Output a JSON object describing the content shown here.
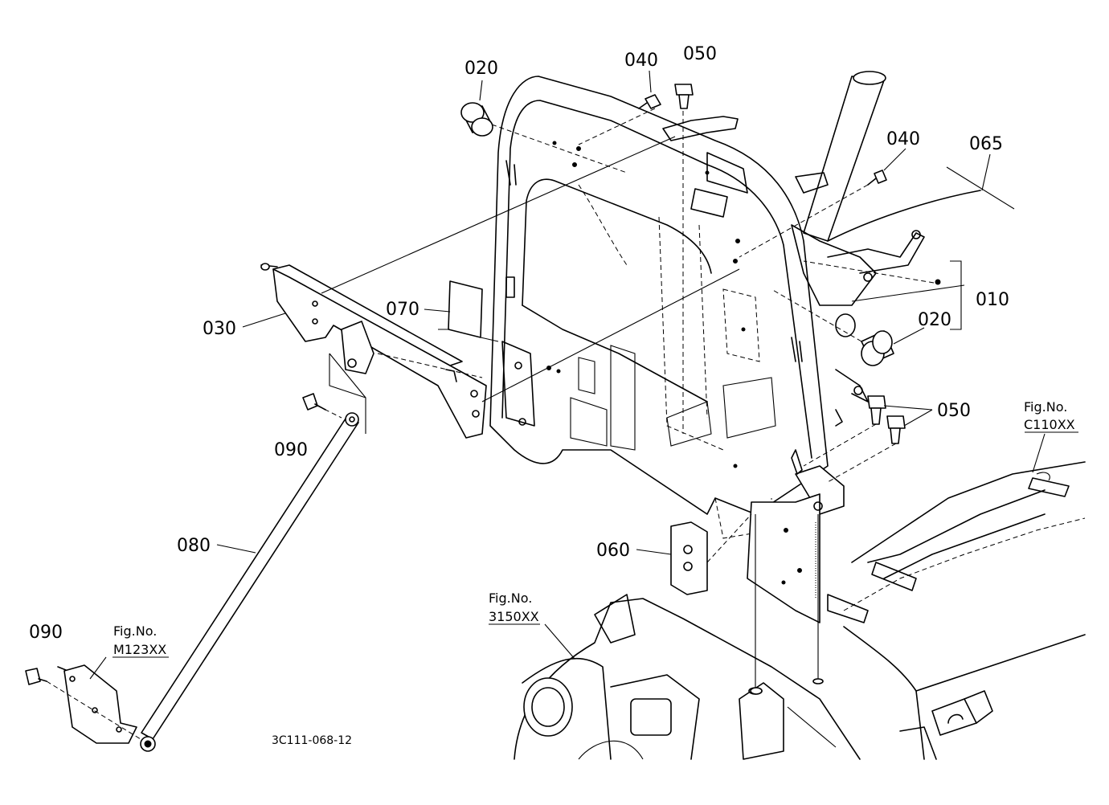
{
  "parts": {
    "p010": "010",
    "p020_top": "020",
    "p020_right": "020",
    "p030": "030",
    "p040_top": "040",
    "p040_right": "040",
    "p050_top": "050",
    "p050_right": "050",
    "p060": "060",
    "p065": "065",
    "p070": "070",
    "p080": "080",
    "p090_mid": "090",
    "p090_low": "090"
  },
  "figure_refs": {
    "c110": {
      "prefix": "Fig.No.",
      "code": "C110XX"
    },
    "f3150": {
      "prefix": "Fig.No.",
      "code": "3150XX"
    },
    "m123": {
      "prefix": "Fig.No.",
      "code": "M123XX"
    }
  },
  "drawing_id": "3C111-068-12"
}
